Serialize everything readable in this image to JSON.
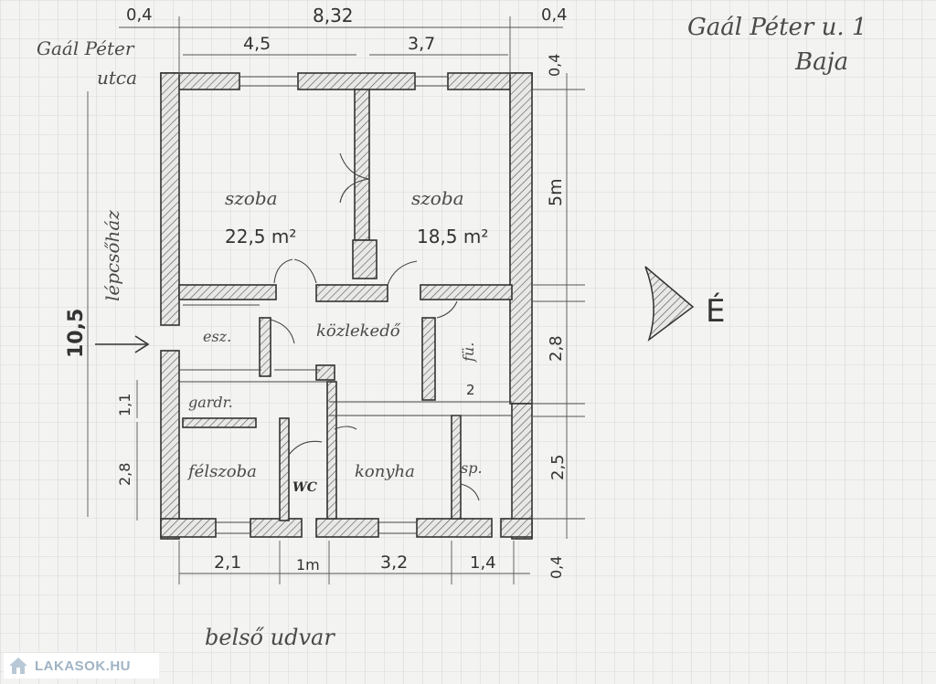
{
  "header": {
    "address_line1": "Gaál Péter u. 1",
    "address_line2": "Baja",
    "street_line1": "Gaál Péter",
    "street_line2": "utca"
  },
  "dimensions": {
    "top_left_wall": "0,4",
    "total_width": "8,32",
    "top_right_wall": "0,4",
    "room_left_width": "4,5",
    "room_right_width": "3,7",
    "right_top_wall": "0,4",
    "right_rooms_depth": "5m",
    "right_middle": "2,8",
    "right_lower": "2,5",
    "right_bottom_wall": "0,4",
    "total_height": "10,5",
    "left_small": "1,1",
    "left_lower": "2,8",
    "bottom_1": "2,1",
    "bottom_2": "1m",
    "bottom_3": "3,2",
    "bottom_4": "1,4"
  },
  "rooms": {
    "room1_name": "szoba",
    "room1_area": "22,5 m²",
    "room2_name": "szoba",
    "room2_area": "18,5 m²",
    "eloszoba": "esz.",
    "kozlekedo": "közlekedő",
    "furdo": "fü.",
    "furdo_num": "2",
    "gardrob": "gardr.",
    "felszoba": "félszoba",
    "wc": "WC",
    "konyha": "konyha",
    "spajz": "sp."
  },
  "labels": {
    "stairwell": "lépcsőház",
    "courtyard": "belső udvar",
    "north_letter": "É"
  },
  "watermark": {
    "text": "LAKASOK.HU"
  },
  "colors": {
    "paper": "#f3f3f1",
    "grid": "#cfcfd2",
    "pencil": "#333333"
  }
}
